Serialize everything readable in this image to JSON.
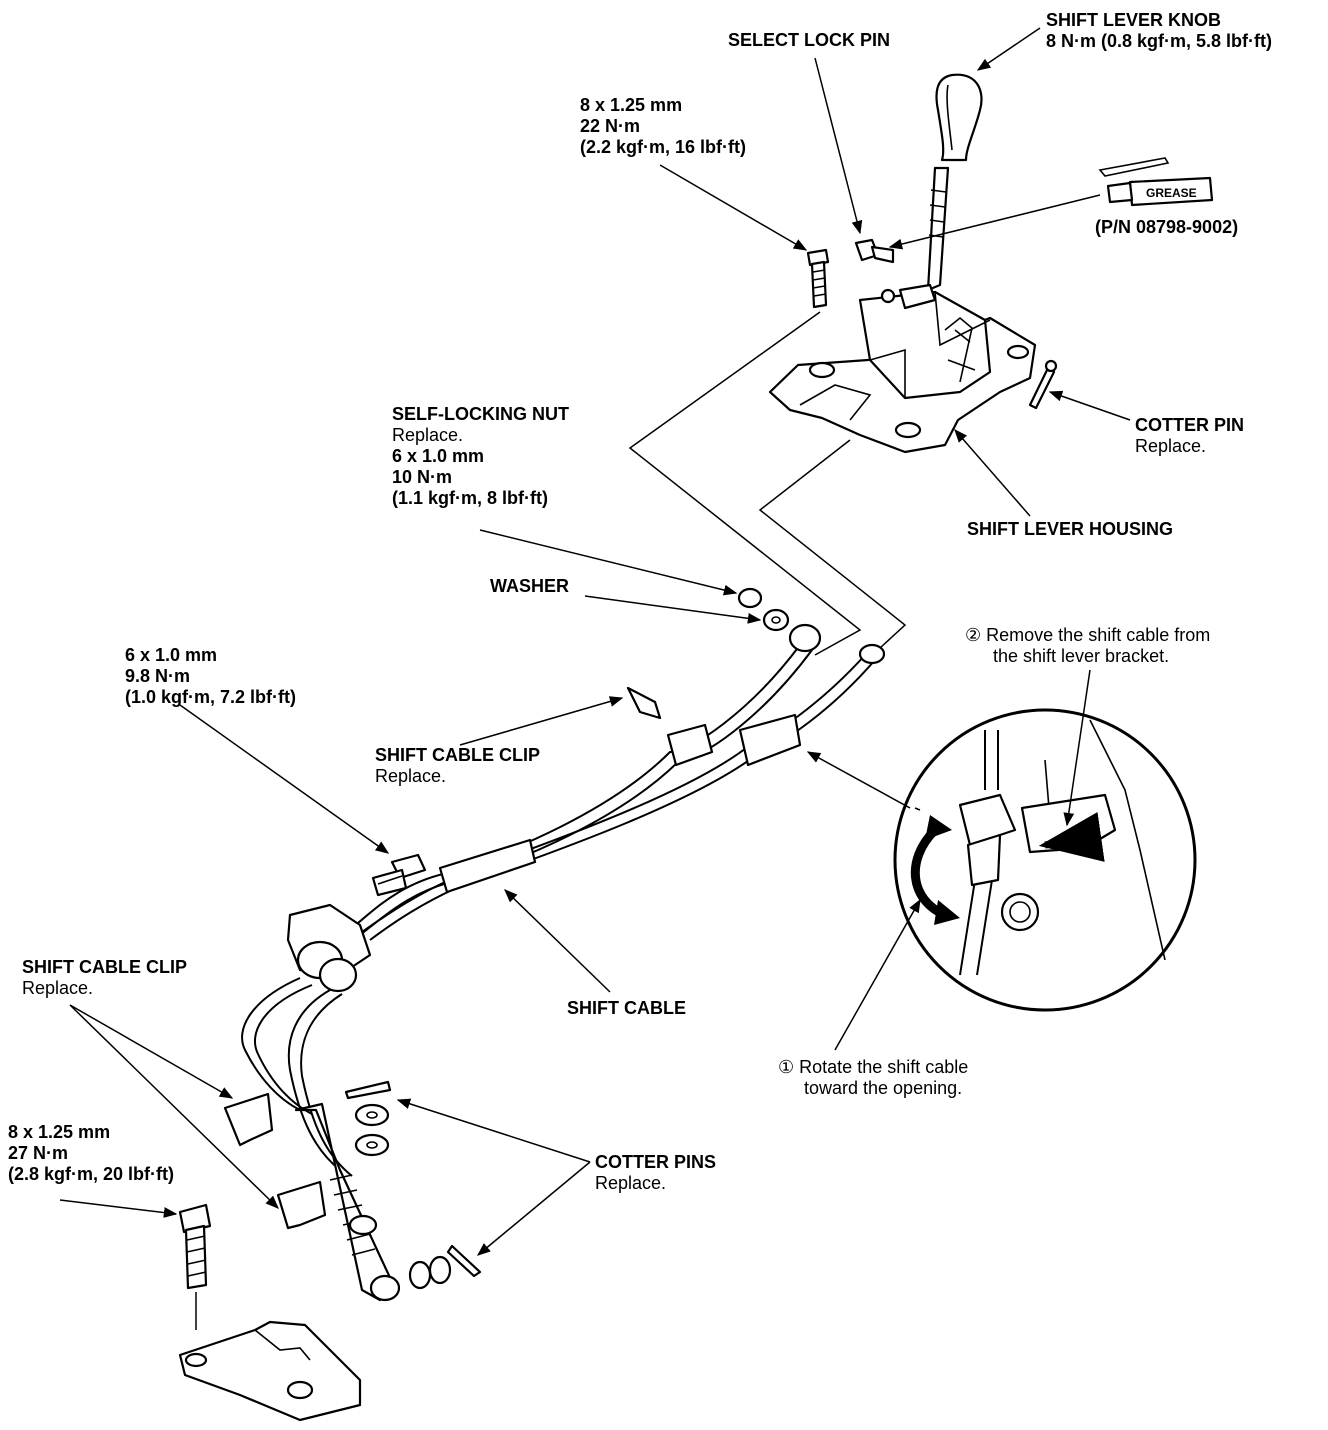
{
  "labels": {
    "select_lock_pin": "SELECT LOCK PIN",
    "shift_lever_knob": {
      "title": "SHIFT LEVER KNOB",
      "torque": "8 N·m (0.8 kgf·m, 5.8 lbf·ft)"
    },
    "bolt_top": {
      "size": "8 x 1.25 mm",
      "torque": "22 N·m",
      "alt": "(2.2 kgf·m, 16 lbf·ft)"
    },
    "grease": {
      "tube_label": "GREASE",
      "part_number": "(P/N 08798-9002)"
    },
    "self_locking_nut": {
      "title": "SELF-LOCKING NUT",
      "note": "Replace.",
      "size": "6 x 1.0 mm",
      "torque": "10 N·m",
      "alt": "(1.1 kgf·m, 8 lbf·ft)"
    },
    "cotter_pin_top": {
      "title": "COTTER PIN",
      "note": "Replace."
    },
    "shift_lever_housing": "SHIFT LEVER HOUSING",
    "washer": "WASHER",
    "bolt_mid": {
      "size": "6 x 1.0 mm",
      "torque": "9.8 N·m",
      "alt": "(1.0 kgf·m, 7.2 lbf·ft)"
    },
    "step2": {
      "marker": "②",
      "line1": "Remove the shift cable from",
      "line2": "the shift lever bracket."
    },
    "shift_cable_clip_mid": {
      "title": "SHIFT CABLE CLIP",
      "note": "Replace."
    },
    "shift_cable_clip_left": {
      "title": "SHIFT CABLE CLIP",
      "note": "Replace."
    },
    "shift_cable": "SHIFT CABLE",
    "step1": {
      "marker": "①",
      "line1": "Rotate the shift cable",
      "line2": "toward the opening."
    },
    "bolt_bottom": {
      "size": "8 x 1.25 mm",
      "torque": "27 N·m",
      "alt": "(2.8 kgf·m, 20 lbf·ft)"
    },
    "cotter_pins": {
      "title": "COTTER PINS",
      "note": "Replace."
    }
  },
  "colors": {
    "ink": "#000000",
    "paper": "#ffffff"
  },
  "icons": [
    "shift-knob-icon",
    "grease-tube-icon",
    "bolt-icon",
    "nut-icon",
    "washer-icon",
    "cotter-pin-icon",
    "cable-clip-icon",
    "rotate-arrow-icon",
    "push-arrow-icon"
  ]
}
